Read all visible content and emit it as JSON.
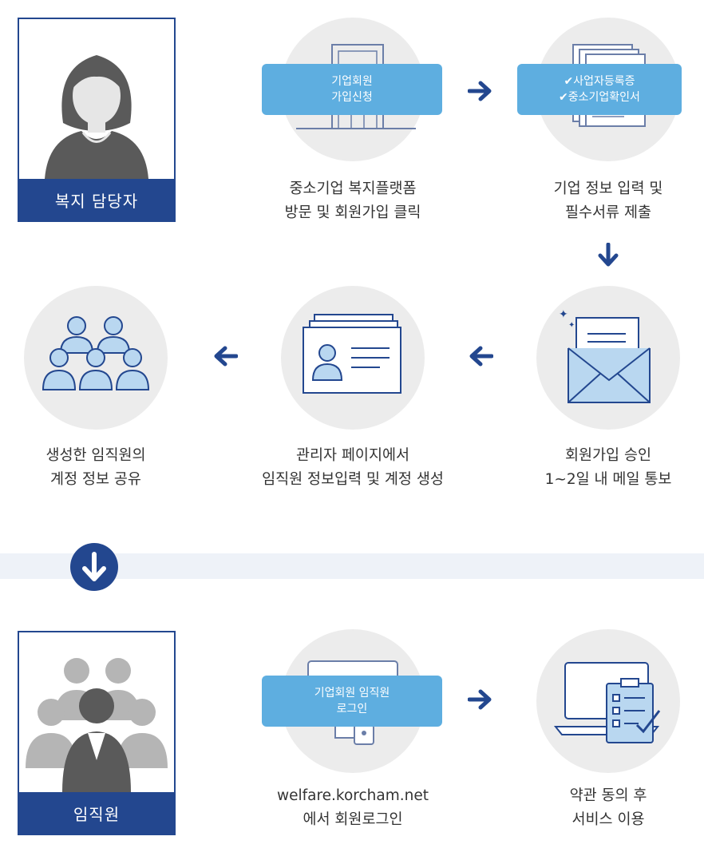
{
  "roles": {
    "manager": "복지 담당자",
    "employee": "임직원"
  },
  "steps": {
    "s1": {
      "banner": [
        "기업회원",
        "가입신청"
      ],
      "caption": [
        "중소기업 복지플랫폼",
        "방문 및 회원가입 클릭"
      ]
    },
    "s2": {
      "banner": [
        "✔사업자등록증",
        "✔중소기업확인서"
      ],
      "caption": [
        "기업 정보 입력 및",
        "필수서류 제출"
      ]
    },
    "s3": {
      "caption": [
        "회원가입 승인",
        "1~2일 내 메일 통보"
      ]
    },
    "s4": {
      "caption": [
        "관리자 페이지에서",
        "임직원 정보입력 및 계정 생성"
      ]
    },
    "s5": {
      "caption": [
        "생성한 임직원의",
        "계정 정보 공유"
      ]
    },
    "s6": {
      "banner": [
        "기업회원 임직원",
        "로그인"
      ],
      "caption": [
        "welfare.korcham.net",
        "에서 회원로그인"
      ]
    },
    "s7": {
      "caption": [
        "약관 동의 후",
        "서비스 이용"
      ]
    }
  },
  "colors": {
    "navy": "#23478f",
    "banner_blue": "#5eaee0",
    "circle_gray": "#ececec",
    "icon_light_blue": "#b9d7f0"
  },
  "icons": [
    "person-female-icon",
    "building-icon",
    "documents-icon",
    "envelope-icon",
    "id-card-icon",
    "people-group-icon",
    "monitor-login-icon",
    "laptop-checklist-icon",
    "people-crowd-icon",
    "arrow-right-icon",
    "arrow-down-icon",
    "arrow-left-icon"
  ]
}
